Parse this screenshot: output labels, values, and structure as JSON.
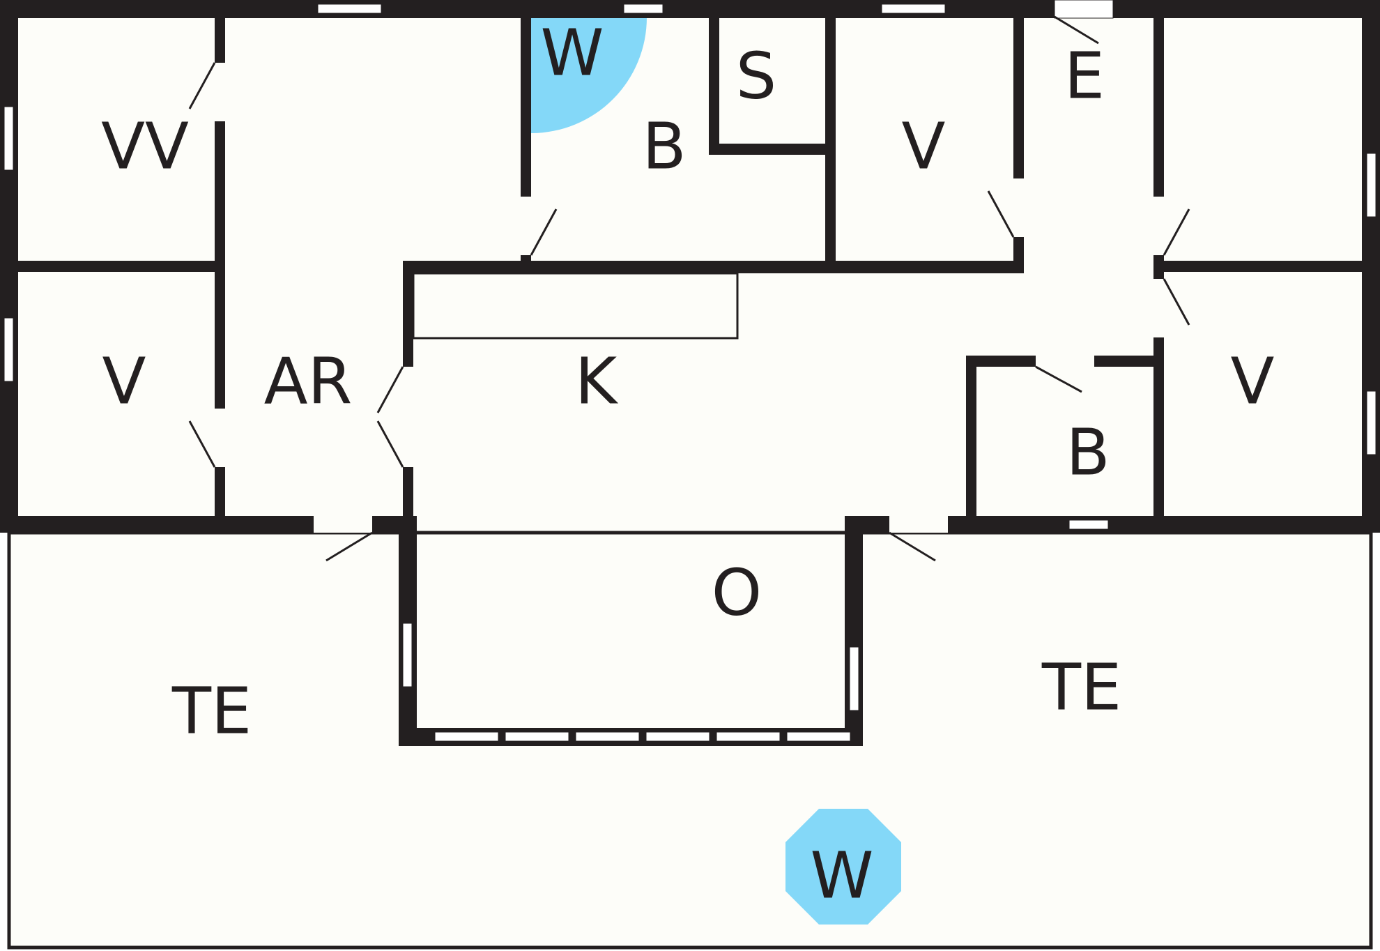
{
  "colors": {
    "wall": "#231f20",
    "floor": "#fdfdf9",
    "background": "#ffffff",
    "fixture": "#84d8f8",
    "opening": "#ffffff"
  },
  "rooms": {
    "bedroom_vv": "VV",
    "bedroom_left": "V",
    "hallway": "AR",
    "bathroom_top": "B",
    "sauna": "S",
    "bedroom_mid": "V",
    "entrance": "E",
    "kitchen": "K",
    "bathroom_small": "B",
    "bedroom_right": "V",
    "living": "O",
    "terrace_left": "TE",
    "terrace_right": "TE"
  },
  "fixtures": {
    "wc_top": "W",
    "outdoor_w": "W"
  }
}
